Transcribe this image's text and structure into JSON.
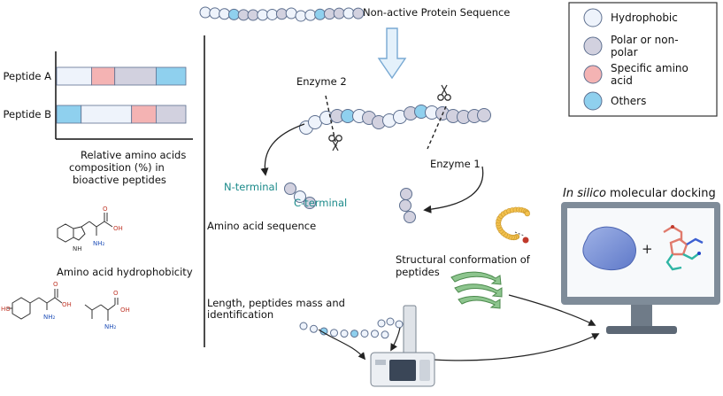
{
  "colors": {
    "hydrophobic": "#eef3fb",
    "polar": "#d2d1df",
    "specific": "#f4b3b3",
    "others": "#8fd0ee",
    "outline": "#5d6f8f",
    "teal": "#1b8a8a"
  },
  "top": {
    "sequence_label": "Non-active Protein Sequence"
  },
  "legend": {
    "items": [
      {
        "key": "hydrophobic",
        "lines": [
          "Hydrophobic"
        ]
      },
      {
        "key": "polar",
        "lines": [
          "Polar or non-",
          "polar"
        ]
      },
      {
        "key": "specific",
        "lines": [
          "Specific amino",
          "acid"
        ]
      },
      {
        "key": "others",
        "lines": [
          "Others"
        ]
      }
    ]
  },
  "bar_chart": {
    "rows": [
      {
        "label": "Peptide A",
        "segments": [
          {
            "type": "hydrophobic",
            "fraction": 0.27
          },
          {
            "type": "specific",
            "fraction": 0.18
          },
          {
            "type": "polar",
            "fraction": 0.32
          },
          {
            "type": "others",
            "fraction": 0.23
          }
        ]
      },
      {
        "label": "Peptide B",
        "segments": [
          {
            "type": "others",
            "fraction": 0.19
          },
          {
            "type": "hydrophobic",
            "fraction": 0.39
          },
          {
            "type": "specific",
            "fraction": 0.19
          },
          {
            "type": "polar",
            "fraction": 0.23
          }
        ]
      }
    ],
    "caption": [
      "Relative  amino acids",
      "composition (%) in",
      "bioactive peptides"
    ]
  },
  "enzymes": {
    "enzyme1": "Enzyme 1",
    "enzyme2": "Enzyme 2"
  },
  "fragment_labels": {
    "n_terminal": "N-terminal",
    "c_terminal": "C-terminal"
  },
  "properties": {
    "sequence": "Amino acid sequence",
    "hydrophobicity": "Amino acid hydrophobicity",
    "conformation": [
      "Structural conformation of",
      "peptides"
    ],
    "length": [
      "Length, peptides mass and",
      "identification"
    ]
  },
  "chem_labels": {
    "nh": "NH",
    "oh": "OH",
    "nh2": "NH₂",
    "ho": "HO",
    "o": "O"
  },
  "docking": {
    "title_italic": "In silico",
    "title_rest": " molecular docking",
    "plus": "+"
  }
}
